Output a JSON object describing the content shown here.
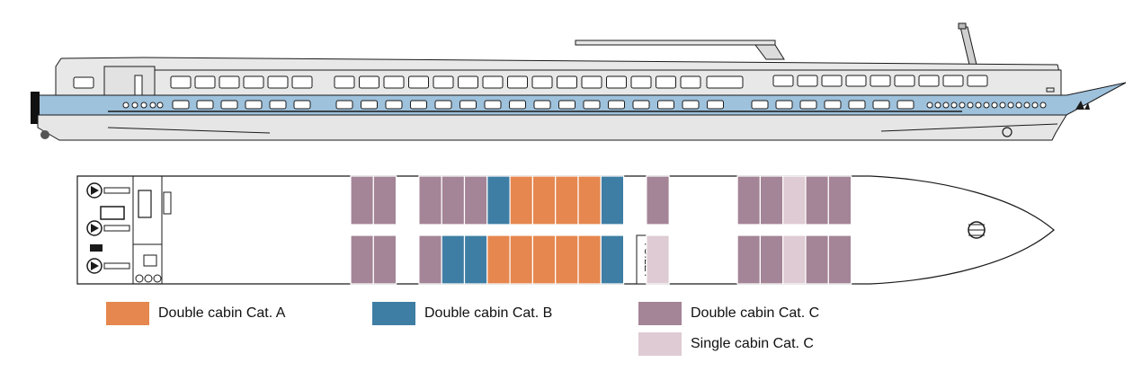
{
  "colors": {
    "cat_a_double": "#E5874F",
    "cat_b_double": "#3F7EA4",
    "cat_c_double": "#A48497",
    "cat_c_single": "#DECBD3",
    "hull_blue": "#9EC1DC",
    "hull_grey": "#E6E6E6",
    "outline": "#1a1a1a"
  },
  "deck_plan": {
    "toilet_label": "TOILET",
    "top_row": [
      "c",
      "c",
      "gap",
      "c",
      "c",
      "c",
      "b",
      "a",
      "a",
      "a",
      "a",
      "b",
      "gap",
      "c",
      "gap",
      "gap",
      "gap",
      "c",
      "c",
      "cs",
      "c",
      "c"
    ],
    "bottom_row": [
      "c",
      "c",
      "gap",
      "c",
      "b",
      "b",
      "a",
      "a",
      "a",
      "a",
      "a",
      "b",
      "toilet",
      "cs",
      "gap",
      "gap",
      "gap",
      "c",
      "c",
      "cs",
      "c",
      "c"
    ]
  },
  "legend": {
    "items": [
      {
        "label": "Double cabin Cat. A",
        "color_key": "cat_a_double"
      },
      {
        "label": "Double cabin Cat. B",
        "color_key": "cat_b_double"
      },
      {
        "label": "Double cabin Cat. C",
        "color_key": "cat_c_double"
      },
      {
        "label": "Single cabin Cat. C",
        "color_key": "cat_c_single"
      }
    ]
  }
}
